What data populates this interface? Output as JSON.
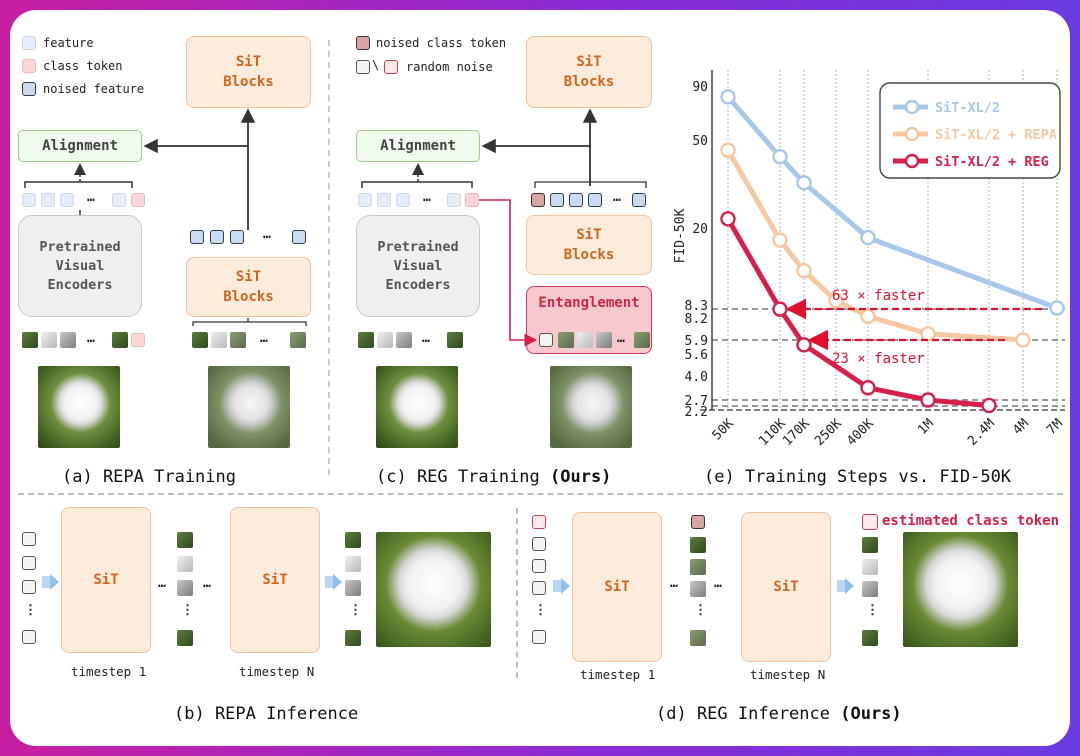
{
  "legend_left": {
    "feature": "feature",
    "class_token": "class token",
    "noised_feature": "noised feature"
  },
  "legend_mid": {
    "noised_class_token": "noised class token",
    "random_noise": "random noise"
  },
  "blocks": {
    "sit_blocks": "SiT\nBlocks",
    "alignment": "Alignment",
    "encoder": "Pretrained\nVisual\nEncoders",
    "entanglement": "Entanglement",
    "sit": "SiT"
  },
  "ellipsis": "…",
  "captions": {
    "a": "(a) REPA Training",
    "b": "(b) REPA Inference",
    "c_prefix": "(c) REG Training ",
    "c_bold": "(Ours)",
    "d_prefix": "(d) REG Inference ",
    "d_bold": "(Ours)",
    "e": "(e) Training Steps vs. FID-50K"
  },
  "timesteps": {
    "first": "timestep 1",
    "last": "timestep N"
  },
  "estimated_class_token": "estimated class token",
  "colors": {
    "sit_fill": "#fdebdc",
    "sit_text": "#d2641b",
    "reg_red": "#d6204a",
    "repa_orange": "#f7c8a0",
    "sit_blue": "#a8c8ea"
  },
  "chart_data": {
    "type": "line",
    "ylabel": "FID-50K",
    "xlabel": "",
    "x_ticks": [
      "50K",
      "110K",
      "170K",
      "250K",
      "400K",
      "1M",
      "2.4M",
      "4M",
      "7M"
    ],
    "y_ticks": [
      "90",
      "50",
      "20",
      "8.3",
      "8.2",
      "5.9",
      "5.6",
      "4.0",
      "2.7",
      "2.2"
    ],
    "y_scale": "log",
    "grid": "vertical dotted",
    "legend_position": "top-right",
    "series": [
      {
        "name": "SiT-XL/2",
        "color": "#a8c8ea",
        "points": [
          [
            "50K",
            80
          ],
          [
            "110K",
            42
          ],
          [
            "170K",
            32
          ],
          [
            "400K",
            18
          ],
          [
            "7M",
            8.3
          ]
        ]
      },
      {
        "name": "SiT-XL/2 + REPA",
        "color": "#f7c8a0",
        "points": [
          [
            "50K",
            45
          ],
          [
            "110K",
            17.5
          ],
          [
            "170K",
            12.5
          ],
          [
            "250K",
            9
          ],
          [
            "400K",
            7.6
          ],
          [
            "1M",
            6.3
          ],
          [
            "4M",
            5.9
          ]
        ]
      },
      {
        "name": "SiT-XL/2 + REG",
        "color": "#d6204a",
        "points": [
          [
            "50K",
            22
          ],
          [
            "110K",
            8.2
          ],
          [
            "170K",
            5.6
          ],
          [
            "400K",
            3.3
          ],
          [
            "1M",
            2.7
          ],
          [
            "2.4M",
            2.3
          ]
        ]
      }
    ],
    "annotations": [
      "63 × faster",
      "23 × faster"
    ]
  }
}
